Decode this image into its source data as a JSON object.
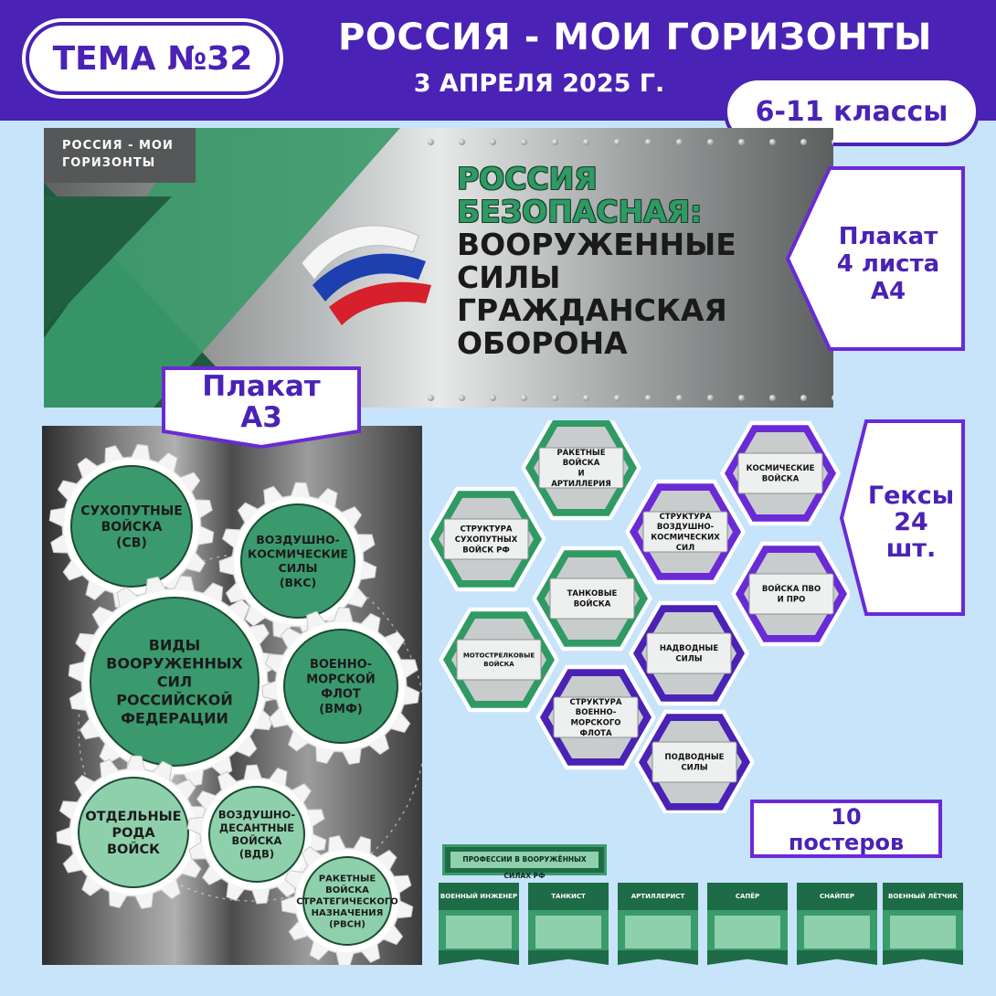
{
  "header": {
    "topic": "ТЕМА №32",
    "title": "РОССИЯ - МОИ ГОРИЗОНТЫ",
    "date": "3 АПРЕЛЯ 2025 Г.",
    "grades": "6-11 классы"
  },
  "banner": {
    "brand_line1": "РОССИЯ - МОИ",
    "brand_line2": "ГОРИЗОНТЫ",
    "line1": "РОССИЯ",
    "line2": "БЕЗОПАСНАЯ:",
    "line3": "ВООРУЖЕННЫЕ",
    "line4": "СИЛЫ",
    "line5": "ГРАЖДАНСКАЯ",
    "line6": "ОБОРОНА"
  },
  "callouts": {
    "sheets": [
      "Плакат",
      "4 листа",
      "А4"
    ],
    "a3": [
      "Плакат",
      "А3"
    ],
    "hexes": [
      "Гексы",
      "24",
      "шт."
    ],
    "posters": [
      "10",
      "постеров"
    ]
  },
  "gears": [
    [
      "СУХОПУТНЫЕ",
      "ВОЙСКА",
      "(СВ)"
    ],
    [
      "ВОЗДУШНО-",
      "КОСМИЧЕСКИЕ",
      "СИЛЫ",
      "(ВКС)"
    ],
    [
      "ВИДЫ",
      "ВООРУЖЕННЫХ",
      "СИЛ",
      "РОССИЙСКОЙ",
      "ФЕДЕРАЦИИ"
    ],
    [
      "ВОЕННО-",
      "МОРСКОЙ",
      "ФЛОТ",
      "(ВМФ)"
    ],
    [
      "ОТДЕЛЬНЫЕ",
      "РОДА",
      "ВОЙСК"
    ],
    [
      "ВОЗДУШНО-",
      "ДЕСАНТНЫЕ",
      "ВОЙСКА",
      "(ВДВ)"
    ],
    [
      "РАКЕТНЫЕ",
      "ВОЙСКА",
      "СТРАТЕГИЧЕСКОГО",
      "НАЗНАЧЕНИЯ",
      "(РВСН)"
    ]
  ],
  "hexes": [
    {
      "lines": [
        "РАКЕТНЫЕ",
        "ВОЙСКА",
        "И",
        "АРТИЛЛЕРИЯ"
      ],
      "color": "#2f9a64"
    },
    {
      "lines": [
        "КОСМИЧЕСКИЕ",
        "ВОЙСКА"
      ],
      "color": "#6a2ad6"
    },
    {
      "lines": [
        "СТРУКТУРА",
        "СУХОПУТНЫХ",
        "ВОЙСК РФ"
      ],
      "color": "#2f9a64"
    },
    {
      "lines": [
        "СТРУКТУРА",
        "ВОЗДУШНО-",
        "КОСМИЧЕСКИХ",
        "СИЛ"
      ],
      "color": "#6a2ad6"
    },
    {
      "lines": [
        "ТАНКОВЫЕ",
        "ВОЙСКА"
      ],
      "color": "#2f9a64"
    },
    {
      "lines": [
        "ВОЙСКА ПВО",
        "И ПРО"
      ],
      "color": "#6a2ad6"
    },
    {
      "lines": [
        "МОТОСТРЕЛКОВЫЕ",
        "ВОЙСКА"
      ],
      "color": "#2f9a64"
    },
    {
      "lines": [
        "НАДВОДНЫЕ",
        "СИЛЫ"
      ],
      "color": "#4a22b5"
    },
    {
      "lines": [
        "СТРУКТУРА",
        "ВОЕННО-",
        "МОРСКОГО",
        "ФЛОТА"
      ],
      "color": "#4a22b5"
    },
    {
      "lines": [
        "ПОДВОДНЫЕ",
        "СИЛЫ"
      ],
      "color": "#4a22b5"
    }
  ],
  "posters": {
    "header": "ПРОФЕССИИ В ВООРУЖЁННЫХ СИЛАХ РФ",
    "items": [
      "ВОЕННЫЙ ИНЖЕНЕР",
      "ТАНКИСТ",
      "АРТИЛЛЕРИСТ",
      "САПЁР",
      "СНАЙПЕР",
      "ВОЕННЫЙ ЛЁТЧИК"
    ]
  }
}
